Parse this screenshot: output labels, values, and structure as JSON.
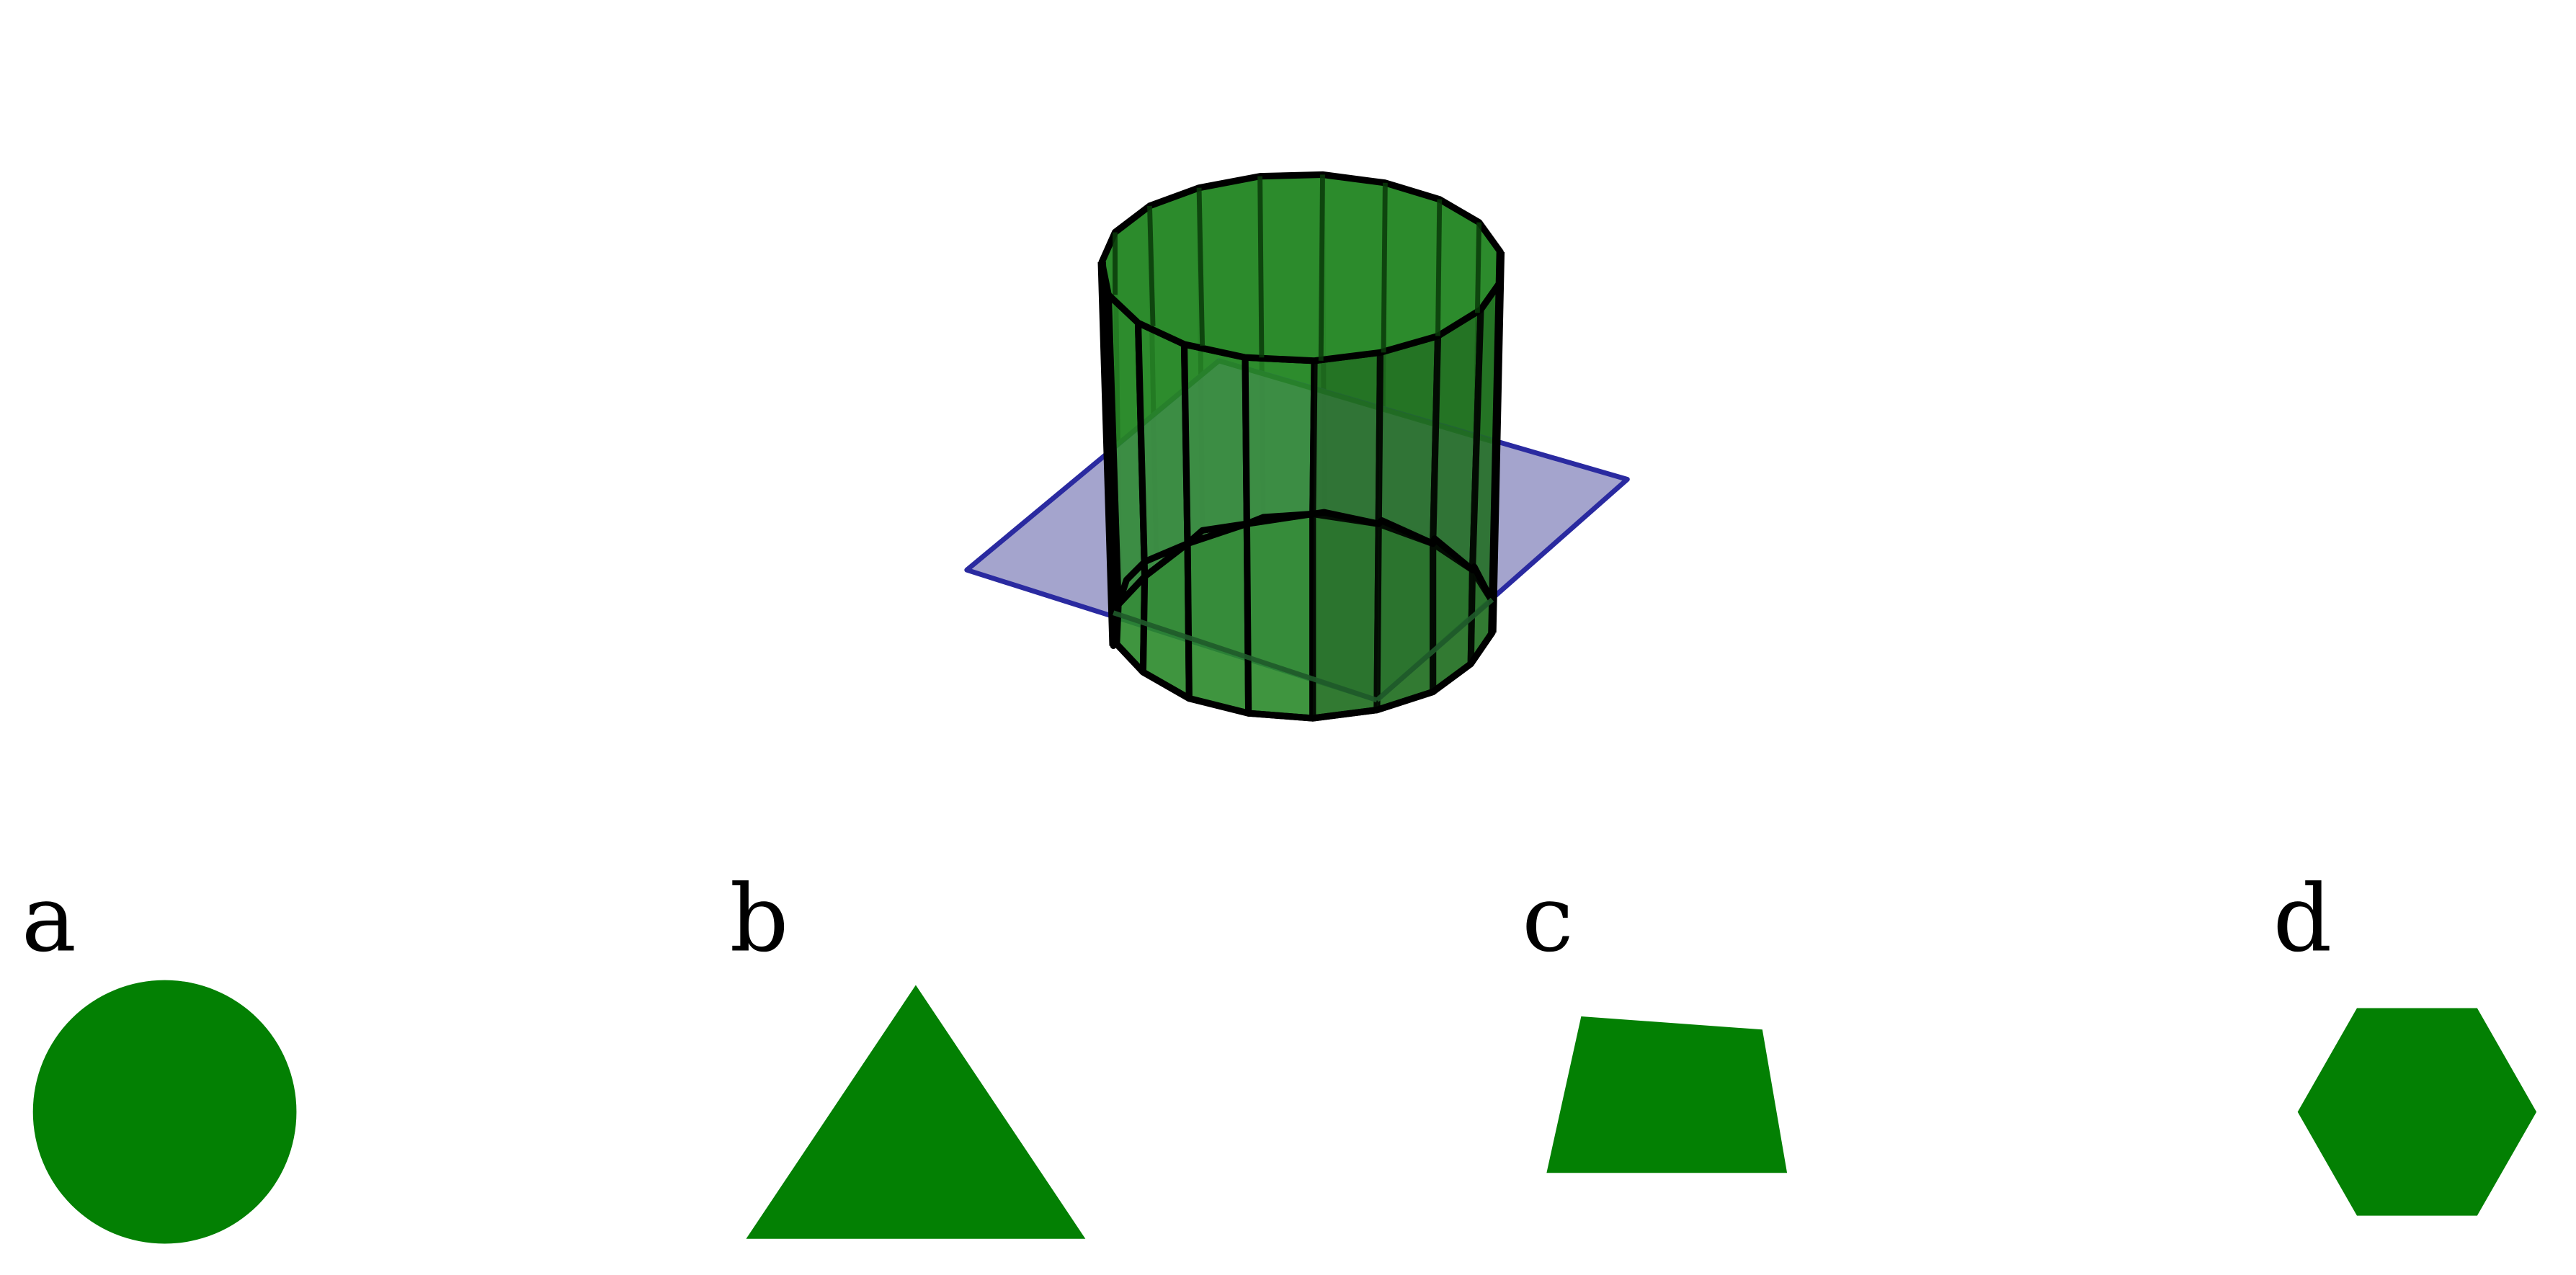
{
  "figure": {
    "solid_color": "#2a8a2a",
    "solid_edge_color": "#000000",
    "plane_fill_color": "#9a9ac8",
    "plane_edge_color": "#2a2aa0"
  },
  "options": [
    {
      "label": "a",
      "shape": "circle",
      "color": "#038003"
    },
    {
      "label": "b",
      "shape": "triangle",
      "color": "#038003"
    },
    {
      "label": "c",
      "shape": "quadrilateral",
      "color": "#038003"
    },
    {
      "label": "d",
      "shape": "hexagon",
      "color": "#038003"
    }
  ]
}
